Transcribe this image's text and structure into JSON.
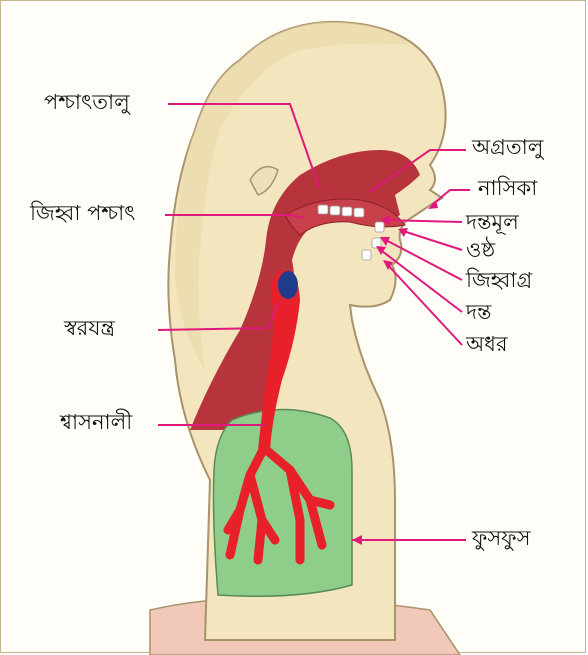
{
  "labels": {
    "hard_palate_back": "পশ্চাৎতালু",
    "tongue_back": "জিহ্বা পশ্চাৎ",
    "larynx": "স্বরযন্ত্র",
    "trachea": "শ্বাসনালী",
    "hard_palate_front": "অগ্রতালু",
    "nose": "নাসিকা",
    "alveolar_ridge": "দন্তমূল",
    "upper_lip": "ওষ্ঠ",
    "tongue_tip": "জিহ্বাগ্র",
    "teeth": "দন্ত",
    "lower_lip": "অধর",
    "lungs": "ফুসফুস"
  },
  "colors": {
    "leader_line": "#e0197d",
    "skin": "#f3e6bf",
    "skin_outline": "#a8936a",
    "vocal_tract": "#b8343c",
    "airway": "#e8202a",
    "lung": "#8fce8a",
    "glottis": "#1d3d8c"
  }
}
